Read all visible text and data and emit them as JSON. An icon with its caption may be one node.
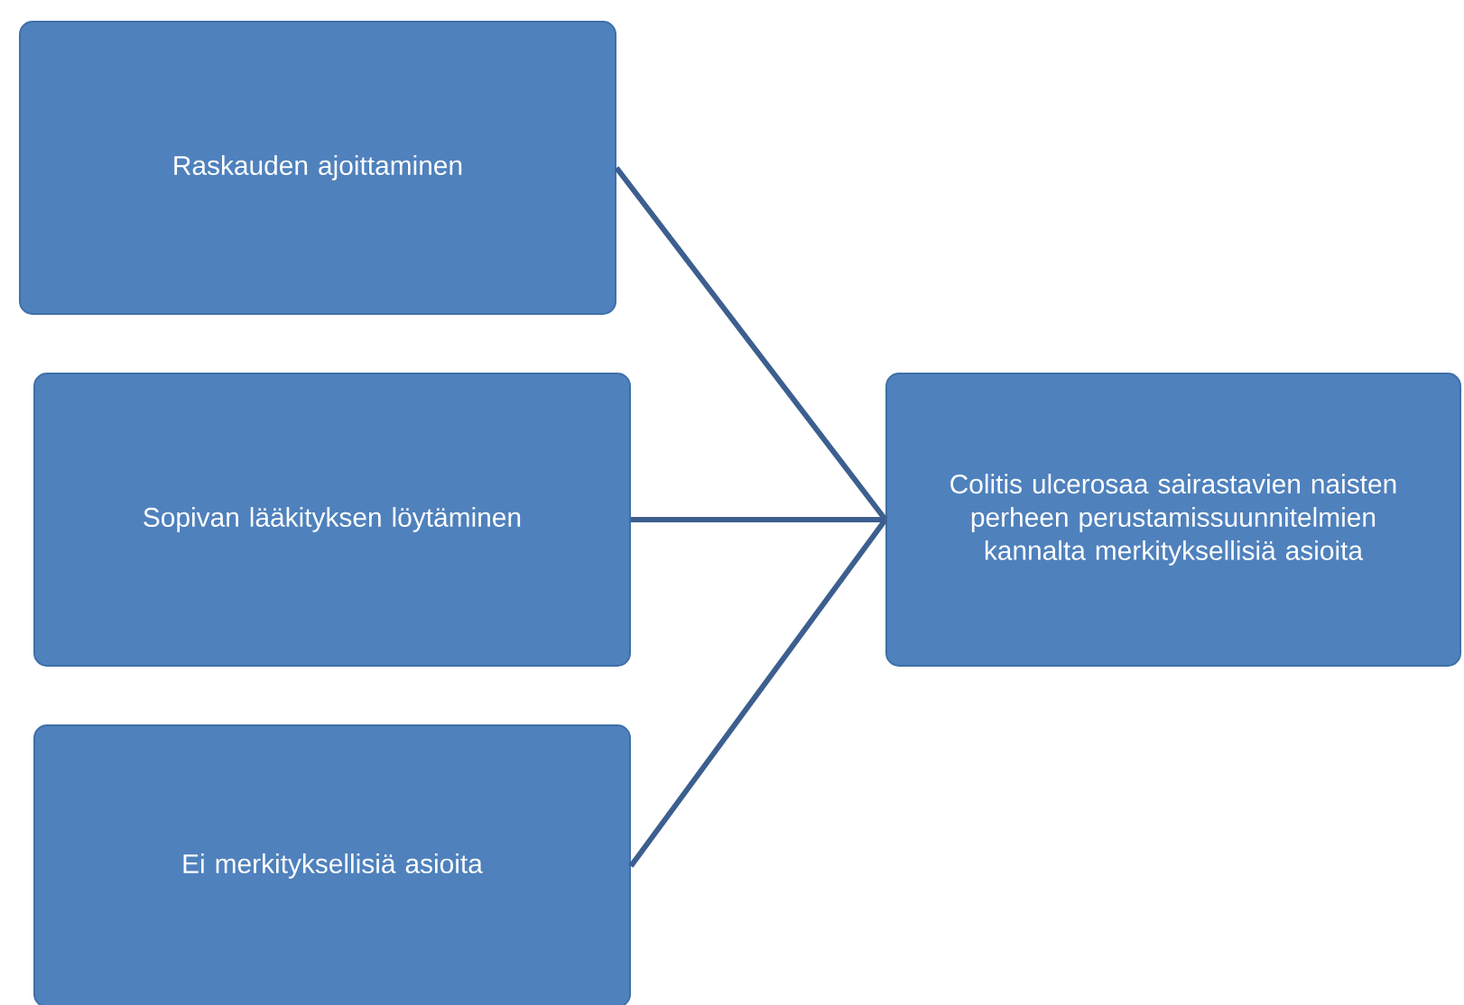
{
  "diagram": {
    "nodes": [
      {
        "text": [
          "Raskauden ajoittaminen"
        ]
      },
      {
        "text": [
          "Sopivan lääkityksen löytäminen"
        ]
      },
      {
        "text": [
          "Ei merkityksellisiä asioita"
        ]
      },
      {
        "text": [
          "Colitis ulcerosaa sairastavien naisten perheen perustamissuunnitelmien kannalta merkityksellisiä asioita"
        ]
      }
    ],
    "edges": [
      {
        "from": 0,
        "to": 3,
        "arrow": "none"
      },
      {
        "from": 1,
        "to": 3,
        "arrow": "none"
      },
      {
        "from": 2,
        "to": 3,
        "arrow": "none"
      }
    ]
  }
}
